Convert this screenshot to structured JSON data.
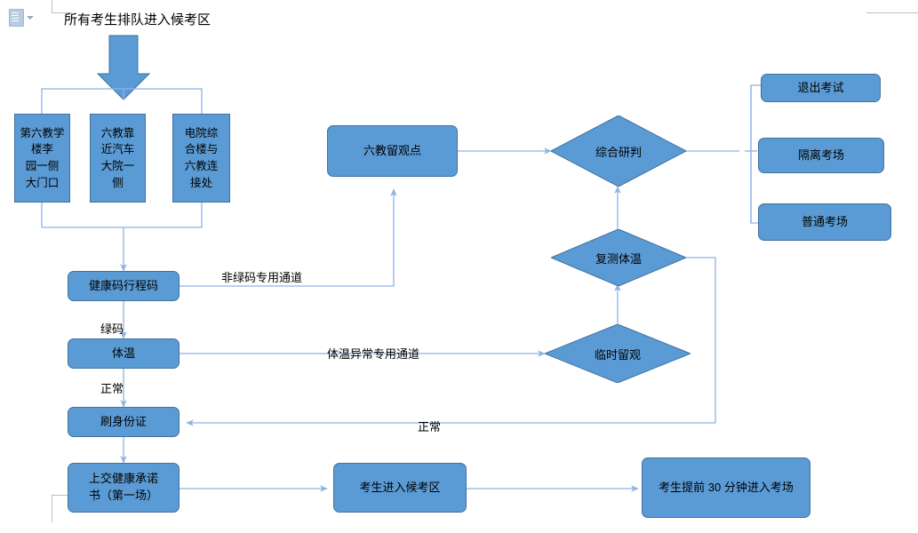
{
  "document": {
    "paste_icon": "paste-options-icon"
  },
  "chart_data": {
    "type": "diagram",
    "title": "所有考生排队进入候考区",
    "nodes": [
      {
        "id": "gate1",
        "label": "第六教学楼李\n园一侧\n大门口",
        "shape": "rect"
      },
      {
        "id": "gate2",
        "label": "六教靠\n近汽车\n大院一\n侧",
        "shape": "rect"
      },
      {
        "id": "gate3",
        "label": "电院综\n合楼与\n六教连\n接处",
        "shape": "rect"
      },
      {
        "id": "healthcode",
        "label": "健康码行程码",
        "shape": "rounded-rect"
      },
      {
        "id": "temperature",
        "label": "体温",
        "shape": "rounded-rect"
      },
      {
        "id": "idcard",
        "label": "刷身份证",
        "shape": "rounded-rect"
      },
      {
        "id": "pledge",
        "label": "上交健康承诺\n书（第一场）",
        "shape": "rounded-rect"
      },
      {
        "id": "waitingarea",
        "label": "考生进入候考区",
        "shape": "rounded-rect"
      },
      {
        "id": "enterexam",
        "label": "考生提前 30 分钟进入考场",
        "shape": "rounded-rect"
      },
      {
        "id": "observation",
        "label": "六教留观点",
        "shape": "rounded-rect"
      },
      {
        "id": "judgement",
        "label": "综合研判",
        "shape": "diamond"
      },
      {
        "id": "retest",
        "label": "复测体温",
        "shape": "diamond"
      },
      {
        "id": "tempobs",
        "label": "临时留观",
        "shape": "diamond"
      },
      {
        "id": "quit",
        "label": "退出考试",
        "shape": "rounded-rect"
      },
      {
        "id": "isolation",
        "label": "隔离考场",
        "shape": "rounded-rect"
      },
      {
        "id": "normalroom",
        "label": "普通考场",
        "shape": "rounded-rect"
      }
    ],
    "edge_labels": [
      {
        "id": "non-green-channel",
        "text": "非绿码专用通道"
      },
      {
        "id": "green-code",
        "text": "绿码"
      },
      {
        "id": "normal-temp",
        "text": "正常"
      },
      {
        "id": "abnormal-temp-channel",
        "text": "体温异常专用通道"
      },
      {
        "id": "normal-return",
        "text": "正常"
      }
    ],
    "colors": {
      "node_fill": "#5b9bd5",
      "node_border": "#41719c",
      "connector": "#8eb4e3",
      "arrow_fill": "#5b9bd5",
      "text": "#000000",
      "page_guide": "#bfbfbf"
    }
  }
}
